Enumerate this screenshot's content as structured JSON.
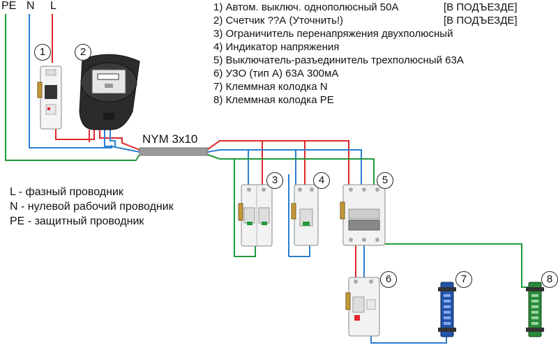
{
  "conductors": {
    "pe": "PE",
    "n": "N",
    "l": "L"
  },
  "cable": "NYM 3x10",
  "items": [
    {
      "text": "1) Автом. выключ. однополюсный 50А",
      "note": "[В ПОДЪЕЗДЕ]"
    },
    {
      "text": "2) Счетчик ??А (Уточнить!)",
      "note": "[В ПОДЪЕЗДЕ]"
    },
    {
      "text": "3) Ограничитель перенапряжения двухполюсный"
    },
    {
      "text": "4) Индикатор напряжения"
    },
    {
      "text": "5) Выключатель-разъединитель трехполюсный 63А"
    },
    {
      "text": "6) УЗО (тип А) 63А 300мА"
    },
    {
      "text": "7) Клеммная колодка N"
    },
    {
      "text": "8) Клеммная колодка PE"
    }
  ],
  "legend": [
    "L - фазный проводник",
    "N - нулевой рабочий проводник",
    "PE - защитный проводник"
  ],
  "markers": [
    "1",
    "2",
    "3",
    "4",
    "5",
    "6",
    "7",
    "8"
  ],
  "colors": {
    "phase": "#e0262b",
    "neutral": "#2a7fd0",
    "pe": "#1f9a3a",
    "cable": "#9a9a9a"
  }
}
